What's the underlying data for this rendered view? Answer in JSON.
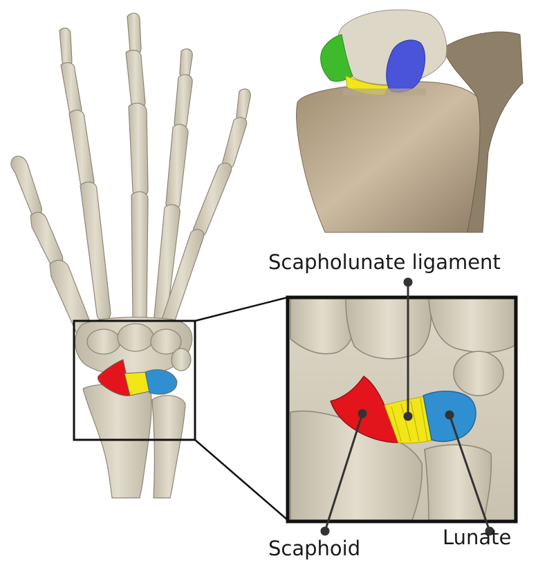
{
  "labels": {
    "ligament": "Scapholunate ligament",
    "scaphoid": "Scaphoid",
    "lunate": "Lunate"
  },
  "colors": {
    "bone": "#d9d3c2",
    "bone_shadow": "#a9a290",
    "bone_outline": "#8c8675",
    "scaphoid": "#e3141c",
    "ligament": "#f2e618",
    "lunate": "#2f8fd0",
    "green_region": "#3fba2c",
    "purple_region": "#4a54d8",
    "frame": "#111111",
    "leader": "#333333",
    "radius_tan": "#c9b79c"
  },
  "icons": [
    "hand-skeleton-illustration",
    "wrist-3d-illustration",
    "zoom-inset-illustration"
  ]
}
